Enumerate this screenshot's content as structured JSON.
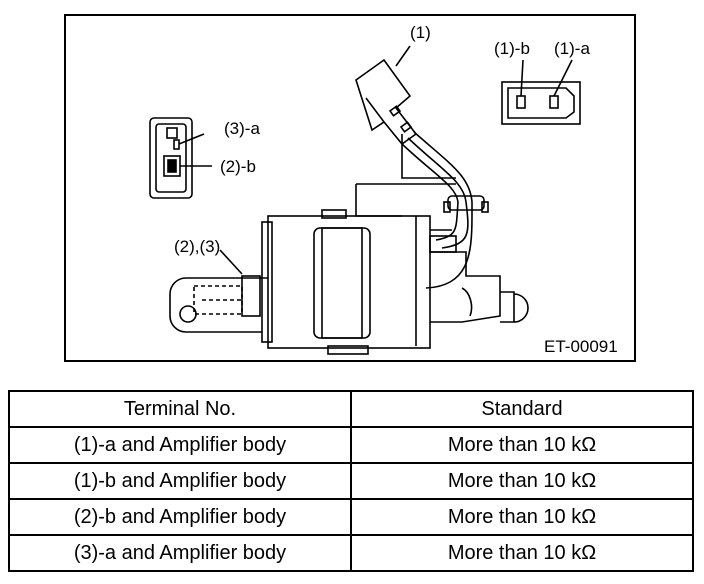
{
  "figure": {
    "code": "ET-00091",
    "callouts": {
      "c1": "(1)",
      "c1b": "(1)-b",
      "c1a": "(1)-a",
      "c3a": "(3)-a",
      "c2b": "(2)-b",
      "c23": "(2),(3)"
    }
  },
  "table": {
    "headers": [
      "Terminal No.",
      "Standard"
    ],
    "rows": [
      [
        "(1)-a and Amplifier body",
        "More than 10 kΩ"
      ],
      [
        "(1)-b and Amplifier body",
        "More than 10 kΩ"
      ],
      [
        "(2)-b and Amplifier body",
        "More than 10 kΩ"
      ],
      [
        "(3)-a and Amplifier body",
        "More than 10 kΩ"
      ]
    ]
  }
}
